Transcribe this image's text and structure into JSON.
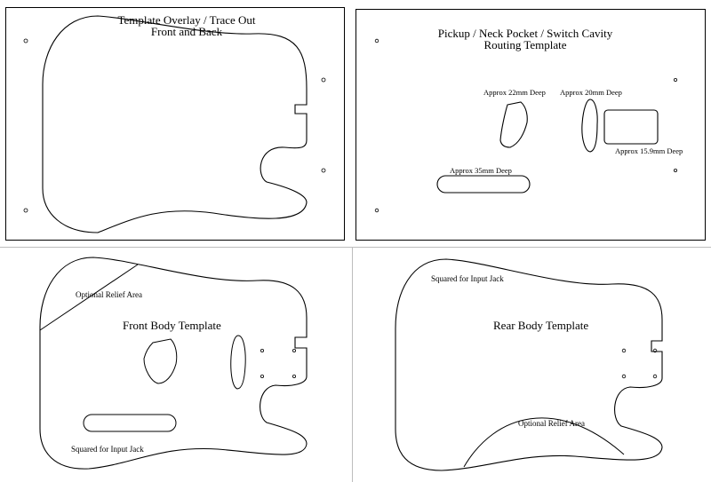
{
  "overlay": {
    "title_line1": "Template Overlay / Trace Out",
    "title_line2": "Front and Back"
  },
  "routing": {
    "title_line1": "Pickup / Neck Pocket / Switch Cavity",
    "title_line2": "Routing Template",
    "label_22mm": "Approx 22mm Deep",
    "label_20mm": "Approx 20mm Deep",
    "label_159mm": "Approx 15.9mm Deep",
    "label_35mm": "Approx 35mm Deep"
  },
  "front": {
    "title": "Front Body Template",
    "relief_label": "Optional Relief Area",
    "jack_label": "Squared for Input Jack"
  },
  "rear": {
    "title": "Rear Body Template",
    "jack_label": "Squared for Input Jack",
    "relief_label": "Optional Relief Area"
  }
}
